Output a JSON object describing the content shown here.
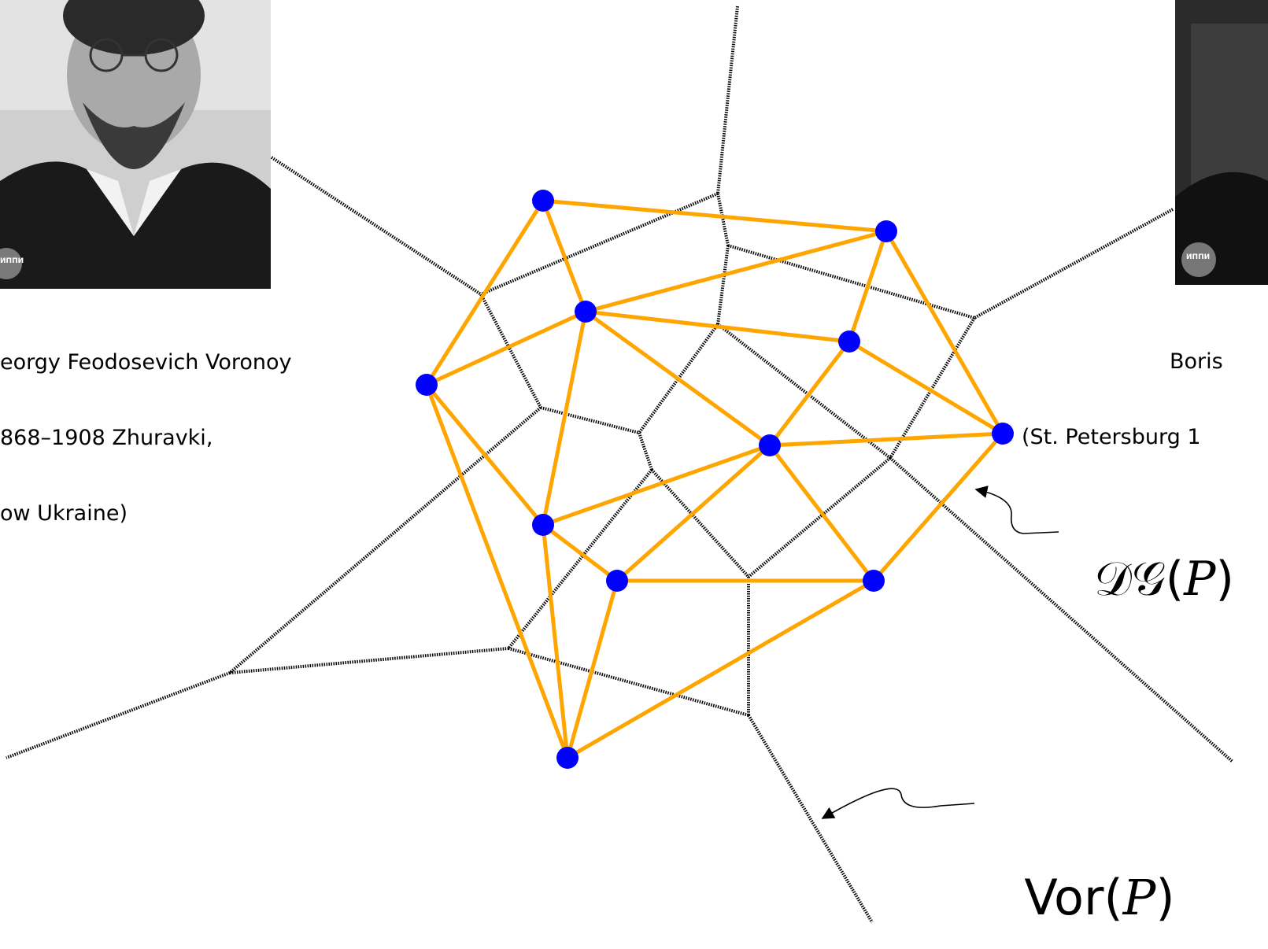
{
  "captions": {
    "voronoy_line1": "eorgy Feodosevich Voronoy",
    "voronoy_line2": "868–1908 Zhuravki,",
    "voronoy_line3": "ow Ukraine)",
    "delaunay_line1": "Boris",
    "delaunay_line2": "(St. Petersburg 1"
  },
  "labels": {
    "dg_prefix": "𝒟𝒢(",
    "dg_var": "P",
    "dg_suffix": ")",
    "vor_prefix": "Vor(",
    "vor_var": "P",
    "vor_suffix": ")"
  },
  "colors": {
    "delaunay_edge": "#ffa500",
    "site": "#0000ff",
    "voronoi_edge": "#000000",
    "background": "#ffffff"
  },
  "portraits": {
    "left_watermark": "ИППИ",
    "right_watermark": "ИППИ"
  }
}
